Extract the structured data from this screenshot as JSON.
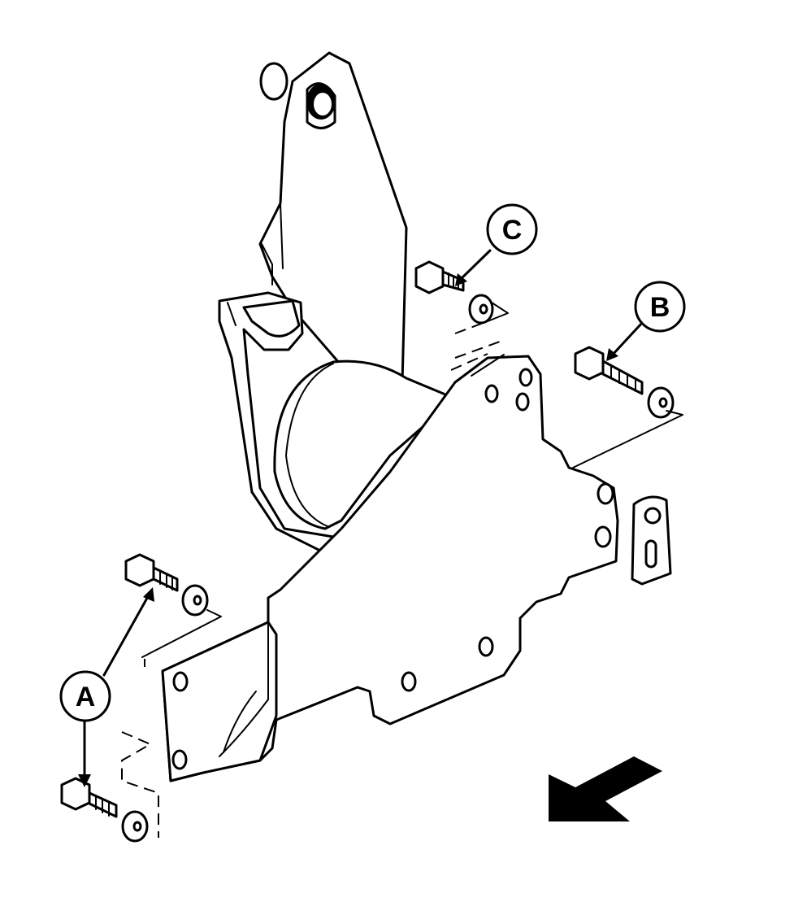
{
  "diagram": {
    "callouts": [
      {
        "id": "A",
        "label": "A"
      },
      {
        "id": "B",
        "label": "B"
      },
      {
        "id": "C",
        "label": "C"
      }
    ],
    "colors": {
      "ink": "#000000",
      "paper": "#ffffff"
    },
    "direction_arrow": "arrow-icon"
  }
}
